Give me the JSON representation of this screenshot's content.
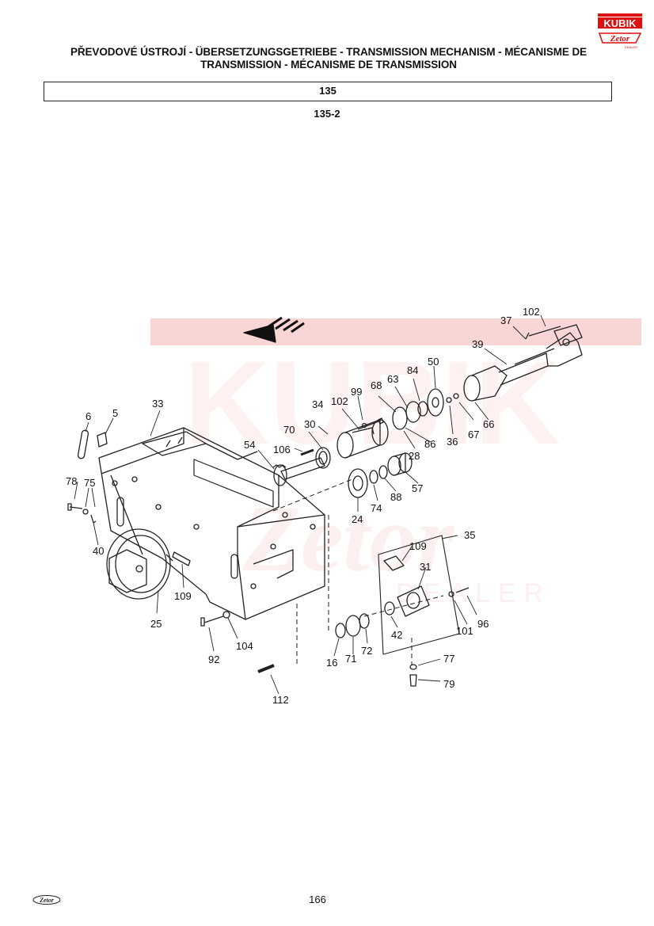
{
  "header": {
    "title_line1": "PŘEVODOVÉ ÚSTROJÍ - ÜBERSETZUNGSGETRIEBE - TRANSMISSION MECHANISM - MÉCANISME DE",
    "title_line2": "TRANSMISSION - MÉCANISME DE TRANSMISSION",
    "section": "135",
    "subsection": "135-2"
  },
  "logo": {
    "brand": "KUBIK",
    "subbrand": "Zetor",
    "tag": "DEALER"
  },
  "watermark": {
    "text": "KUBIK",
    "color": "#e9a0a0"
  },
  "diagram": {
    "callouts": [
      "102",
      "37",
      "39",
      "50",
      "84",
      "63",
      "68",
      "99",
      "102",
      "34",
      "30",
      "70",
      "106",
      "54",
      "33",
      "6",
      "5",
      "78",
      "75",
      "40",
      "25",
      "109",
      "92",
      "104",
      "112",
      "28",
      "86",
      "36",
      "67",
      "66",
      "57",
      "88",
      "74",
      "24",
      "35",
      "109",
      "31",
      "96",
      "101",
      "42",
      "72",
      "71",
      "16",
      "77",
      "79"
    ]
  },
  "footer": {
    "page": "166",
    "logo": "Zetor"
  }
}
